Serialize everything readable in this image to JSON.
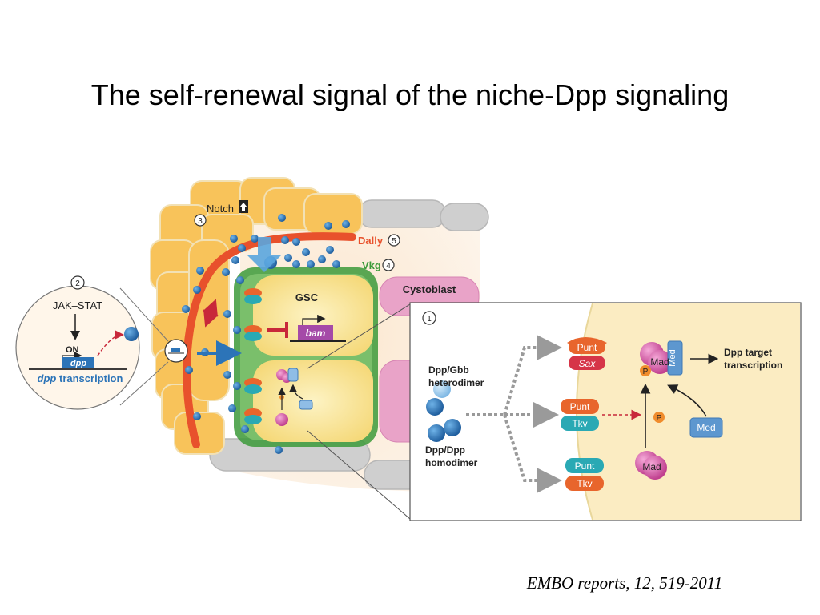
{
  "slide": {
    "title": "The self-renewal signal of the niche-Dpp signaling",
    "citation": "EMBO reports, 12, 519-2011"
  },
  "niche": {
    "notch_label": "Notch",
    "step3": "3",
    "dally_label": "Dally",
    "step5": "5",
    "vkg_label": "Vkg",
    "step4": "4",
    "gsc_label": "GSC",
    "bam_label": "bam",
    "cystoblast_label": "Cystoblast"
  },
  "inset_left": {
    "step2": "2",
    "jakstat_label": "JAK–STAT",
    "on_label": "ON",
    "gene_label": "dpp",
    "transcription_italic": "dpp",
    "transcription_text": " transcription"
  },
  "inset_right": {
    "step1": "1",
    "heterodimer_line1": "Dpp/Gbb",
    "heterodimer_line2": "heterodimer",
    "homodimer_line1": "Dpp/Dpp",
    "homodimer_line2": "homodimer",
    "receptors_top": [
      "Punt",
      "Sax"
    ],
    "receptors_mid": [
      "Punt",
      "Tkv"
    ],
    "receptors_bottom": [
      "Punt",
      "Tkv"
    ],
    "mad_label": "Mad",
    "med_label": "Med",
    "p_label": "P",
    "target_line1": "Dpp target",
    "target_line2": "transcription"
  },
  "colors": {
    "niche_cell": "#f8c35a",
    "dally": "#e8512c",
    "vkg": "#3c9a3a",
    "gsc": "#fbeaa2",
    "cystoblast": "#e9a3c8",
    "ligand": "#2c74b8",
    "sheath": "#cfcfcf",
    "mad": "#d257a8",
    "med": "#5d97cf",
    "punt": "#e8652c",
    "sax": "#d63548",
    "tkv": "#2aa9b4"
  }
}
